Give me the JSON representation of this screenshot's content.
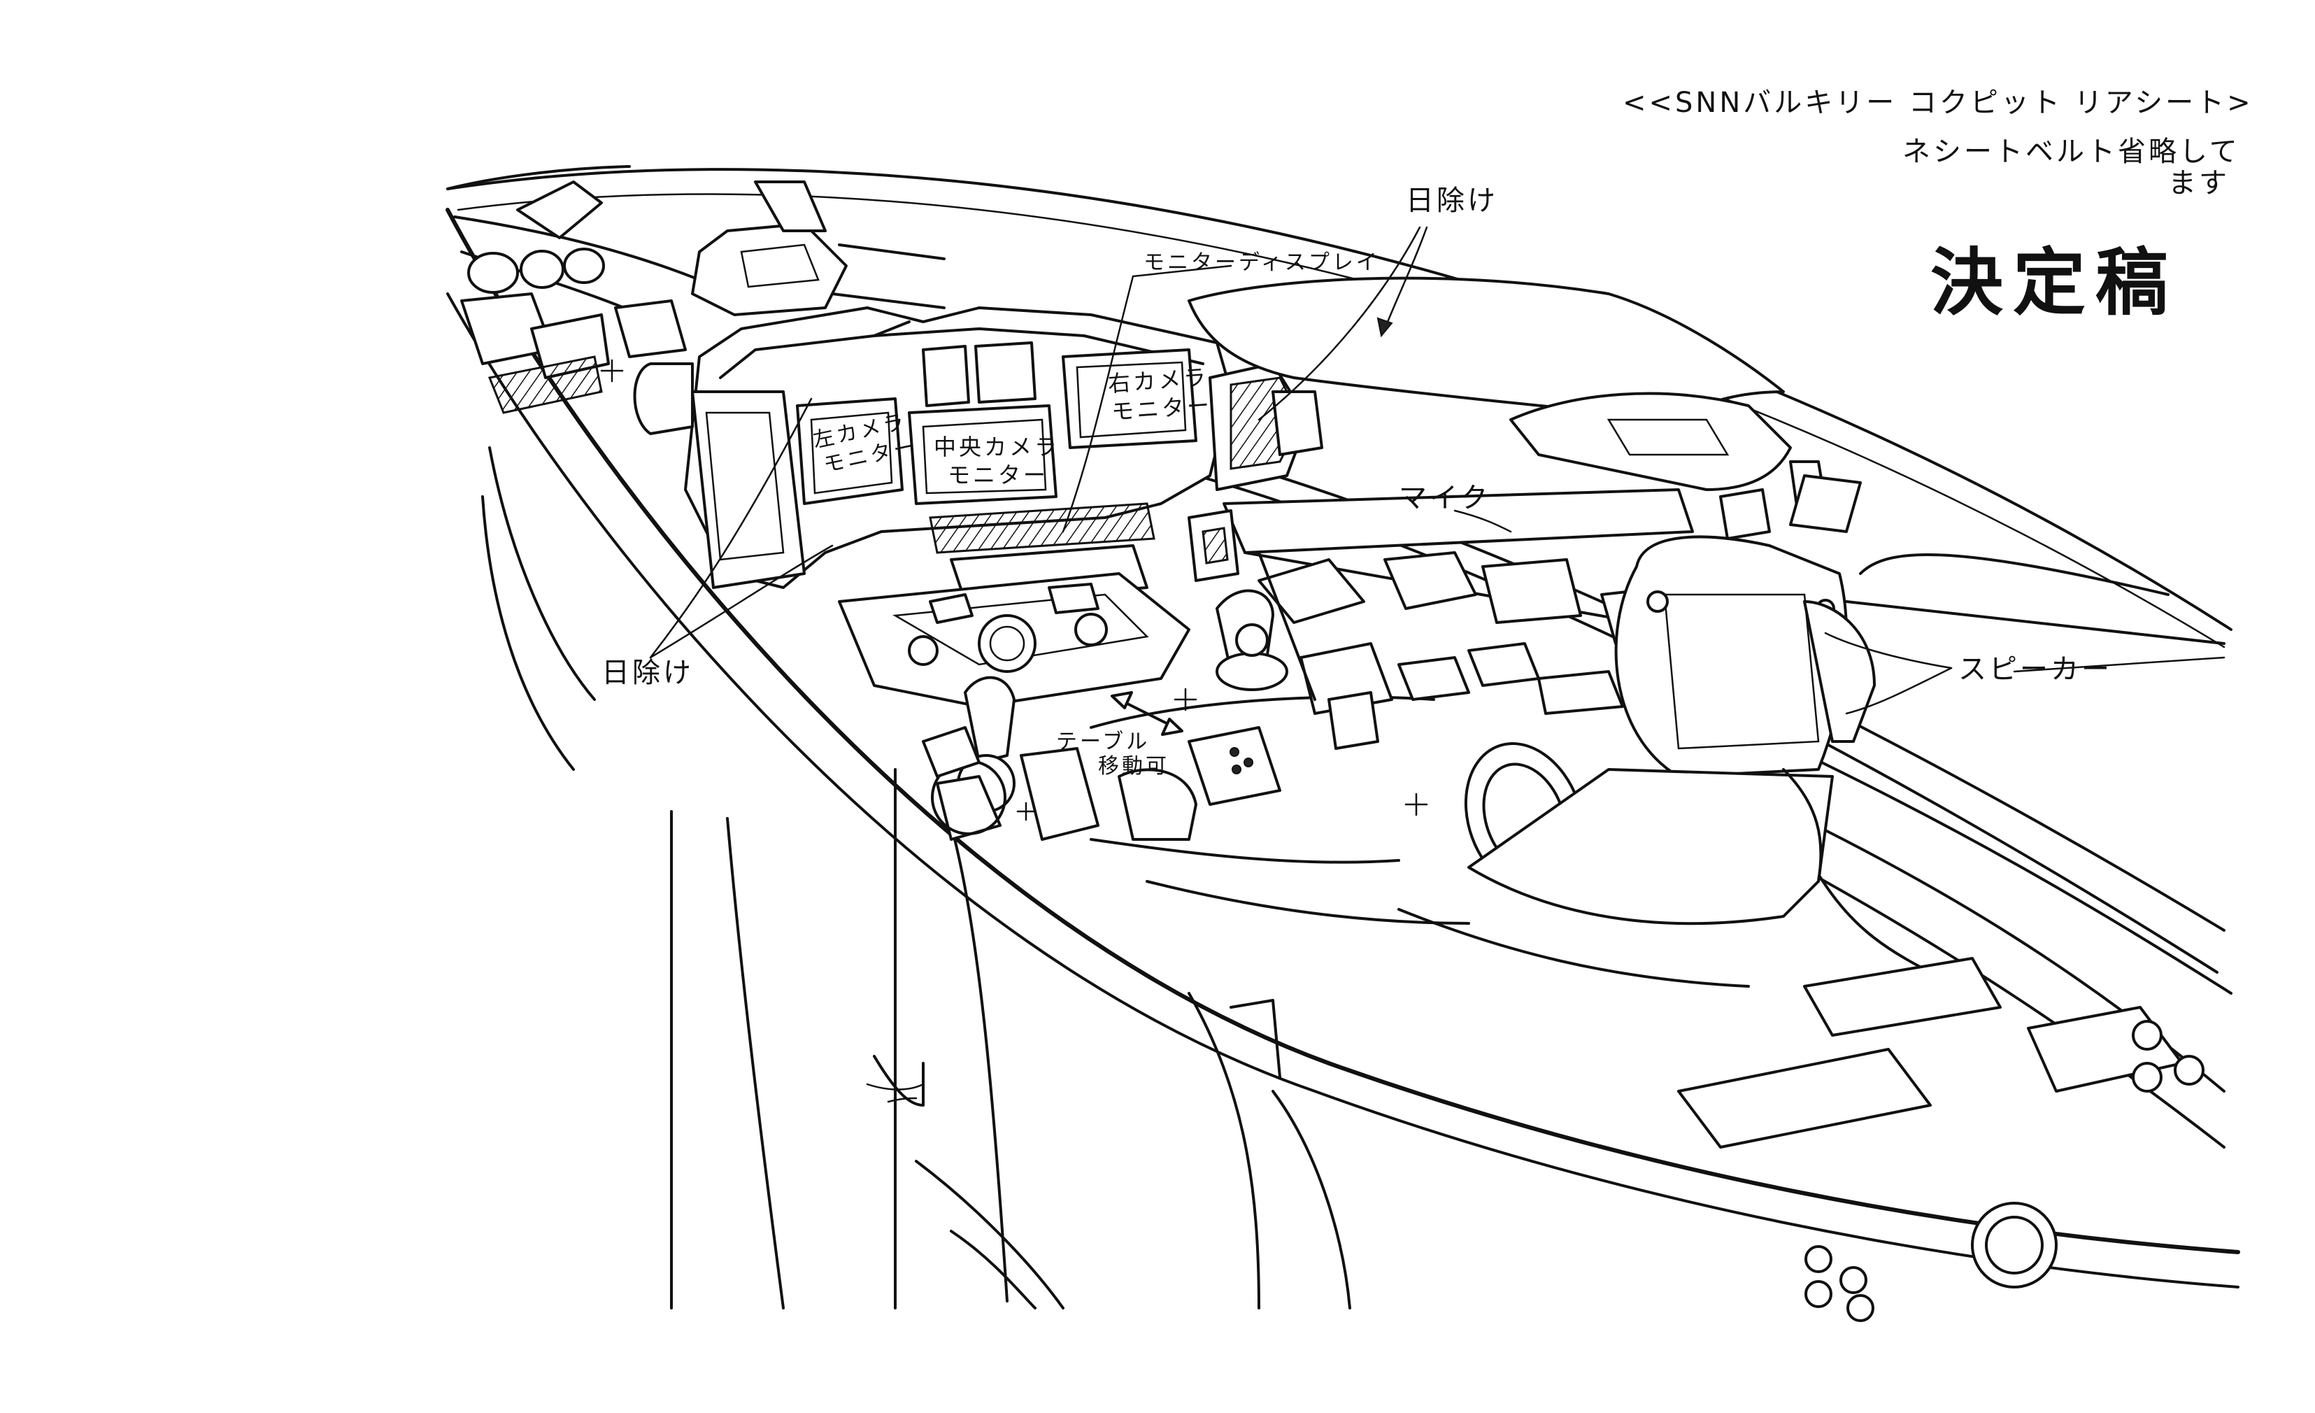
{
  "sheet": {
    "header_line_1": "<<SNNバルキリー コクピット リアシート>",
    "header_line_2": "ネシートベルト省略して",
    "header_line_3": "ます",
    "stamp": "決定稿"
  },
  "labels": {
    "sunshade_top": "日除け",
    "sunshade_left": "日除け",
    "monitor_display": "モニターディスプレイ",
    "left_camera_l1": "左カメラ",
    "left_camera_l2": "モニター",
    "center_camera_l1": "中央カメラ",
    "center_camera_l2": "モニター",
    "right_camera_l1": "右カメラ",
    "right_camera_l2": "モニター",
    "microphone": "マイク",
    "speaker": "スピーカー",
    "table_l1": "テーブル",
    "table_l2": "移動可"
  },
  "colors": {
    "ink": "#111111",
    "paper": "#ffffff"
  }
}
